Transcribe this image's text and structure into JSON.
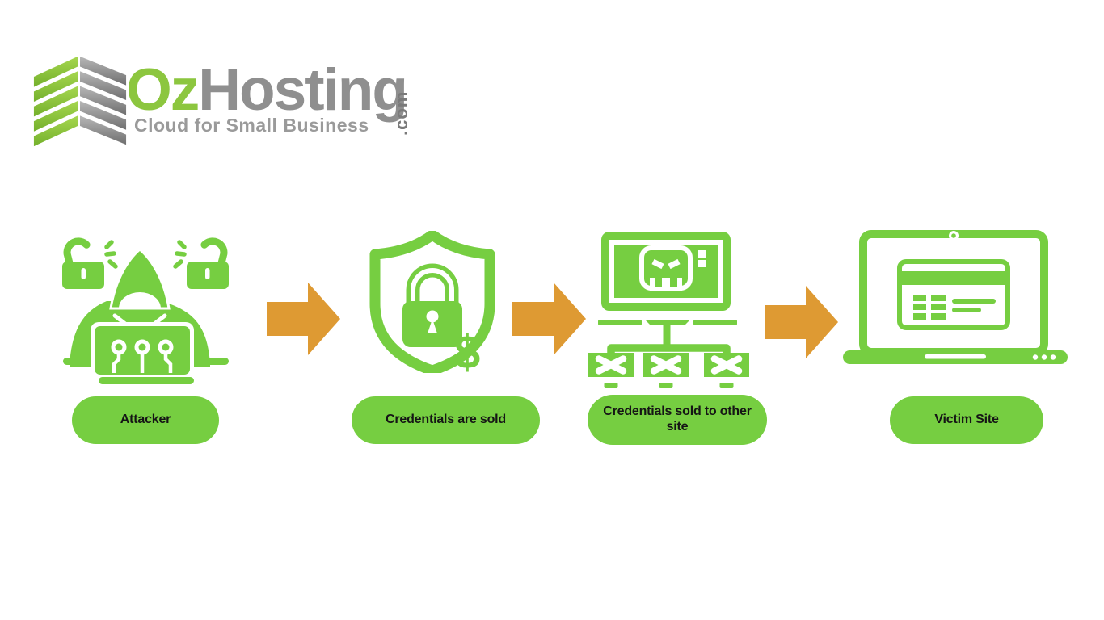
{
  "logo": {
    "brand_green": "Oz",
    "brand_gray": "Hosting",
    "tld": ".com",
    "tagline": "Cloud for Small Business"
  },
  "colors": {
    "icon_green": "#76ce41",
    "logo_green": "#8cc63f",
    "logo_gray": "#8f8f8f",
    "tld_gray": "#7a7a7a",
    "tagline_gray": "#9a9a9a",
    "arrow_orange": "#de9a33",
    "label_text": "#151515",
    "background": "#ffffff"
  },
  "flow": {
    "arrow_icon": "right-block-arrow-icon",
    "steps": [
      {
        "label": "Attacker",
        "icon": "hooded-hacker-laptop-padlocks-icon"
      },
      {
        "label": "Credentials are sold",
        "icon": "shield-padlock-icon",
        "dollar_sign": "$"
      },
      {
        "label": "Credentials sold to other site",
        "icon": "skull-monitor-network-icon"
      },
      {
        "label": "Victim Site",
        "icon": "laptop-credit-card-icon"
      }
    ]
  }
}
